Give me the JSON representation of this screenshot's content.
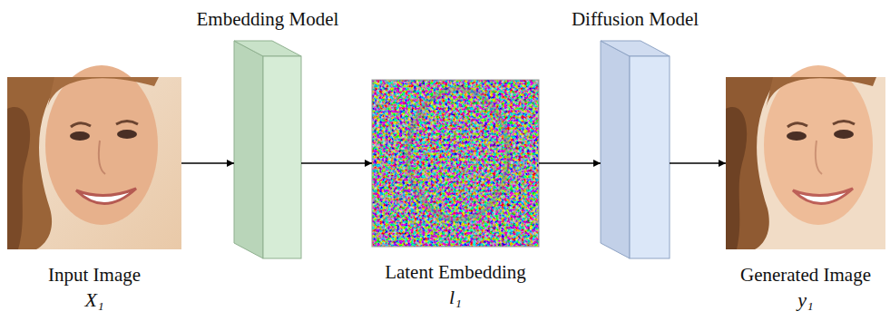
{
  "diagram": {
    "nodes": [
      {
        "text": [
          "Input Image",
          "X₁"
        ]
      },
      {
        "text": [
          "Embedding Model"
        ]
      },
      {
        "text": [
          "Latent Embedding",
          "l₁"
        ]
      },
      {
        "text": [
          "Diffusion Model"
        ]
      },
      {
        "text": [
          "Generated Image",
          "y₁"
        ]
      }
    ],
    "edges": [
      {
        "from": 0,
        "to": 1,
        "arrow": "to"
      },
      {
        "from": 1,
        "to": 2,
        "arrow": "to"
      },
      {
        "from": 2,
        "to": 3,
        "arrow": "to"
      },
      {
        "from": 3,
        "to": 4,
        "arrow": "to"
      }
    ]
  }
}
